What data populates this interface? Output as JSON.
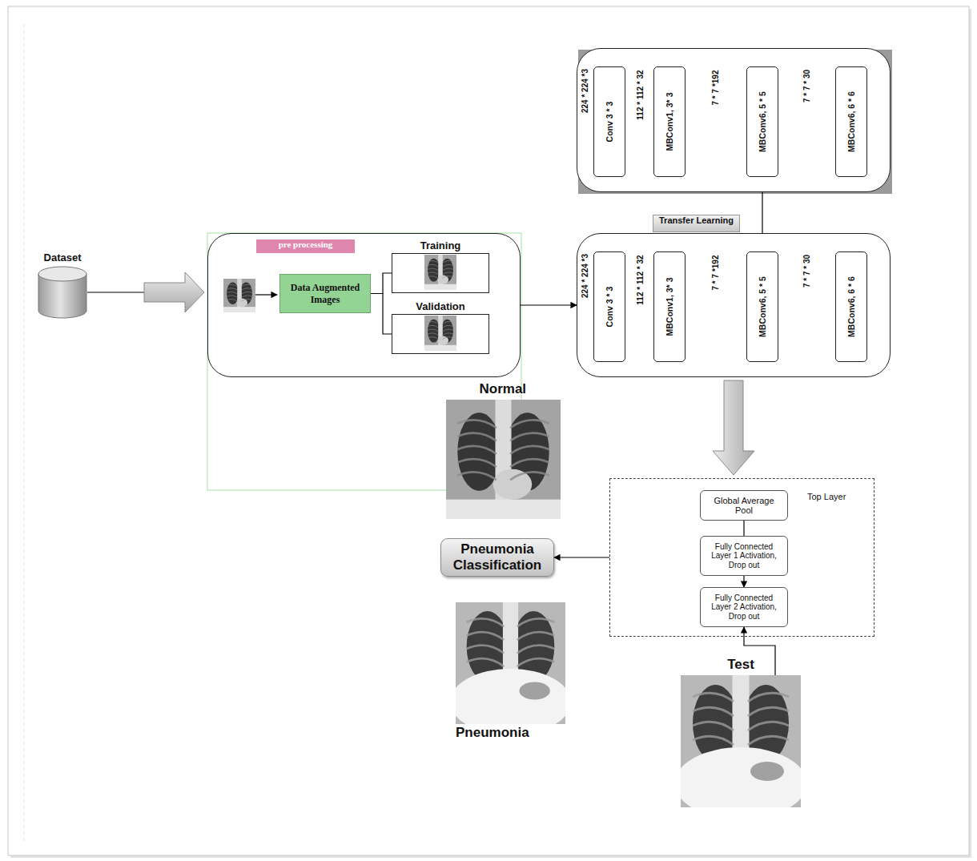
{
  "diagram": {
    "nodes": [
      {
        "text": [
          "Dataset"
        ]
      },
      {
        "text": [
          "pre processing"
        ]
      },
      {
        "text": [
          "Data Augmented Images"
        ],
        "in": 1
      },
      {
        "text": [
          "Training"
        ],
        "in": 1
      },
      {
        "text": [
          "Validation"
        ],
        "in": 1
      },
      {
        "text": []
      },
      {
        "text": [
          "Conv 3 * 3"
        ],
        "in": 5
      },
      {
        "text": [
          "MBConv1, 3* 3"
        ],
        "in": 5
      },
      {
        "text": [
          "MBConv6, 5 * 5"
        ],
        "in": 5
      },
      {
        "text": [
          "MBConv6, 6 * 6"
        ],
        "in": 5
      },
      {
        "text": [
          "Transfer Learning"
        ]
      },
      {
        "text": [
          "Conv 3 * 3"
        ],
        "in": 10
      },
      {
        "text": [
          "MBConv1, 3* 3"
        ],
        "in": 10
      },
      {
        "text": [
          "MBConv6, 5 * 5"
        ],
        "in": 10
      },
      {
        "text": [
          "MBConv6, 6 * 6"
        ],
        "in": 10
      },
      {
        "text": [
          "Top Layer"
        ]
      },
      {
        "text": [
          "Global Average Pool"
        ],
        "in": 15
      },
      {
        "text": [
          "Fully Connected Layer 1 Activation, Drop out"
        ],
        "in": 15
      },
      {
        "text": [
          "Fully Connected Layer 2 Activation, Drop out"
        ],
        "in": 15
      },
      {
        "text": [
          "Pneumonia Classification"
        ]
      },
      {
        "text": [
          "Test"
        ]
      }
    ],
    "edges": [
      {
        "from": 0,
        "to": 1,
        "arrow": "to"
      },
      {
        "from": 2,
        "to": 3,
        "arrow": "none"
      },
      {
        "from": 2,
        "to": 4,
        "arrow": "none"
      },
      {
        "from": 1,
        "to": 10,
        "arrow": "to"
      },
      {
        "from": 5,
        "to": 13,
        "arrow": "to"
      },
      {
        "from": 6,
        "to": 7,
        "label": "112 * 112 * 32",
        "arrow": "to"
      },
      {
        "from": 7,
        "to": 8,
        "label": "7 * 7 *192",
        "arrow": "to"
      },
      {
        "from": 8,
        "to": 9,
        "label": "7 * 7 * 30",
        "arrow": "to"
      },
      {
        "from": 11,
        "to": 12,
        "label": "112 * 112 * 32",
        "arrow": "to"
      },
      {
        "from": 12,
        "to": 13,
        "label": "7 * 7 *192",
        "arrow": "to"
      },
      {
        "from": 13,
        "to": 14,
        "label": "7 * 7 * 30",
        "arrow": "to"
      },
      {
        "from": 10,
        "to": 15,
        "arrow": "to"
      },
      {
        "from": 16,
        "to": 17,
        "arrow": "none"
      },
      {
        "from": 17,
        "to": 18,
        "arrow": "to"
      },
      {
        "from": 15,
        "to": 19,
        "arrow": "to"
      },
      {
        "from": 20,
        "to": 18,
        "arrow": "to"
      }
    ],
    "labels": [
      "224 * 224 *3",
      "224 * 224 *3",
      "Normal",
      "Pneumonia"
    ]
  }
}
